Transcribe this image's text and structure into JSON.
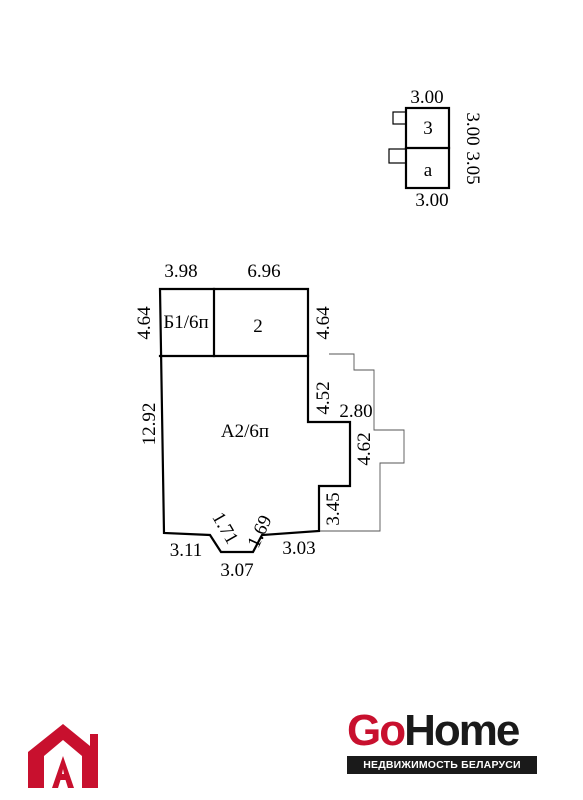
{
  "colors": {
    "line": "#000000",
    "brand_red": "#c8102e",
    "brand_dark": "#1a1a1a",
    "background": "#ffffff"
  },
  "small_plan": {
    "dim_top": "3.00",
    "dim_right_upper": "3.00",
    "dim_right_lower": "3.05",
    "dim_bottom": "3.00",
    "room_3": "3",
    "room_a": "a"
  },
  "main_plan": {
    "dim_top_left": "3.98",
    "dim_top_right": "6.96",
    "dim_left_upper": "4.64",
    "dim_right_upper": "4.64",
    "dim_left_main": "12.92",
    "dim_right_step1": "4.52",
    "dim_step_width": "2.80",
    "dim_right_step2": "4.62",
    "dim_right_step3": "3.45",
    "dim_bottom_left": "3.11",
    "dim_bay_left": "1.71",
    "dim_bay_bottom": "3.07",
    "dim_bay_right": "1.69",
    "dim_bottom_right": "3.03",
    "room_b1": "Б1/6п",
    "room_2": "2",
    "room_a2": "А2/6п"
  },
  "branding": {
    "left_logo_icon": "house-a-logo-icon",
    "brand_go": "Go",
    "brand_home": "Home",
    "tagline": "НЕДВИЖИМОСТЬ БЕЛАРУСИ"
  }
}
